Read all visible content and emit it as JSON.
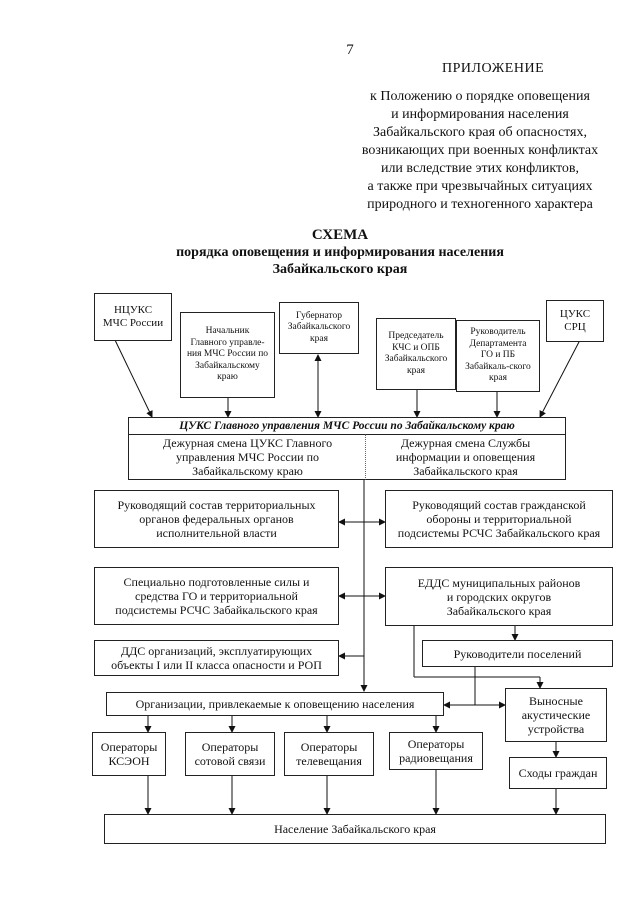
{
  "page_number": "7",
  "appendix": {
    "title": "ПРИЛОЖЕНИЕ",
    "text": "к Положению о порядке оповещения\nи информирования населения\nЗабайкальского края об опасностях,\nвозникающих при военных конфликтах\nили вследствие этих конфликтов,\nа также при чрезвычайных ситуациях\nприродного  и техногенного характера"
  },
  "scheme": {
    "title": "СХЕМА",
    "subtitle": "порядка оповещения и информирования населения\nЗабайкальского края"
  },
  "nodes": {
    "ncuks": "НЦУКС\nМЧС России",
    "head_gu": "Начальник\nГлавного управле-\nния МЧС России по\nЗабайкальскому\nкраю",
    "governor": "Губернатор\nЗабайкальского\nкрая",
    "kchs_chair": "Председатель\nКЧС и ОПБ\nЗабайкальского\nкрая",
    "dept_head": "Руководитель\nДепартамента\nГО и ПБ\nЗабайкаль-ского\nкрая",
    "cuks_src": "ЦУКС\nСРЦ",
    "cuks_main_title": "ЦУКС Главного управления МЧС России по Забайкальскому краю",
    "cuks_duty": "Дежурная смена ЦУКС Главного\nуправления МЧС России по\nЗабайкальскому краю",
    "info_duty": "Дежурная смена Службы\nинформации и оповещения\nЗабайкальского края",
    "fed_leaders": "Руководящий состав территориальных\nорганов федеральных органов\nисполнительной власти",
    "civil_defense": "Руководящий состав гражданской\nобороны и территориальной\nподсистемы РСЧС Забайкальского края",
    "special_forces": "Специально подготовленные силы и\nсредства ГО и территориальной\nподсистемы РСЧС Забайкальского края",
    "edds": "ЕДДС муниципальных районов\nи городских округов\nЗабайкальского края",
    "dds_org": "ДДС организаций, эксплуатирующих\nобъекты  I или II класса опасности и РОП",
    "settlement_heads": "Руководители поселений",
    "orgs_notify": "Организации, привлекаемые к оповещению населения",
    "remote_speakers": "Выносные\nакустические\nустройства",
    "ksaeon": "Операторы\nКСЭОН",
    "cellular": "Операторы\nсотовой связи",
    "tv": "Операторы\nтелевещания",
    "radio": "Операторы\nрадиовещания",
    "citizens": "Сходы граждан",
    "population": "Население Забайкальского края"
  }
}
